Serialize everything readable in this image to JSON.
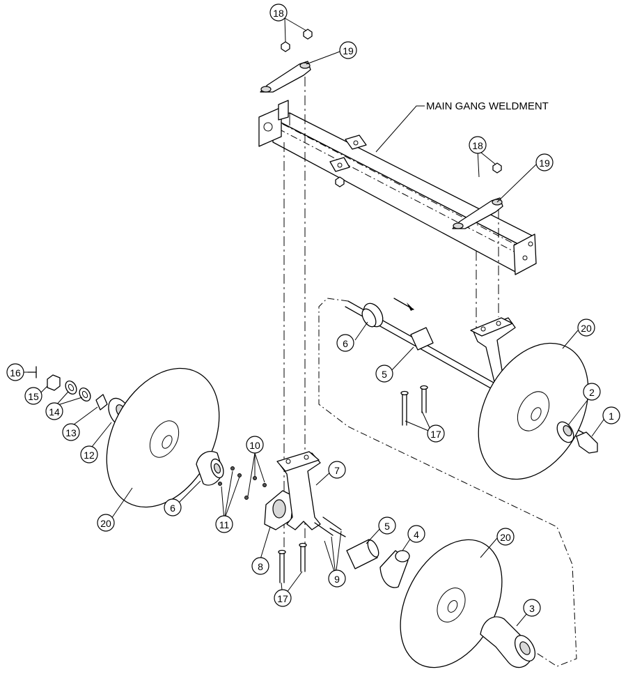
{
  "main_label": "MAIN GANG WELDMENT",
  "callouts": [
    {
      "id": "c18a",
      "text": "18"
    },
    {
      "id": "c19a",
      "text": "19"
    },
    {
      "id": "c18b",
      "text": "18"
    },
    {
      "id": "c19b",
      "text": "19"
    },
    {
      "id": "c20a",
      "text": "20"
    },
    {
      "id": "c6a",
      "text": "6"
    },
    {
      "id": "c5a",
      "text": "5"
    },
    {
      "id": "c2",
      "text": "2"
    },
    {
      "id": "c1",
      "text": "1"
    },
    {
      "id": "c17a",
      "text": "17"
    },
    {
      "id": "c16",
      "text": "16"
    },
    {
      "id": "c15",
      "text": "15"
    },
    {
      "id": "c14",
      "text": "14"
    },
    {
      "id": "c13",
      "text": "13"
    },
    {
      "id": "c12",
      "text": "12"
    },
    {
      "id": "c20b",
      "text": "20"
    },
    {
      "id": "c6b",
      "text": "6"
    },
    {
      "id": "c10",
      "text": "10"
    },
    {
      "id": "c11",
      "text": "11"
    },
    {
      "id": "c7",
      "text": "7"
    },
    {
      "id": "c8",
      "text": "8"
    },
    {
      "id": "c9",
      "text": "9"
    },
    {
      "id": "c5b",
      "text": "5"
    },
    {
      "id": "c4",
      "text": "4"
    },
    {
      "id": "c17b",
      "text": "17"
    },
    {
      "id": "c20c",
      "text": "20"
    },
    {
      "id": "c3",
      "text": "3"
    }
  ]
}
